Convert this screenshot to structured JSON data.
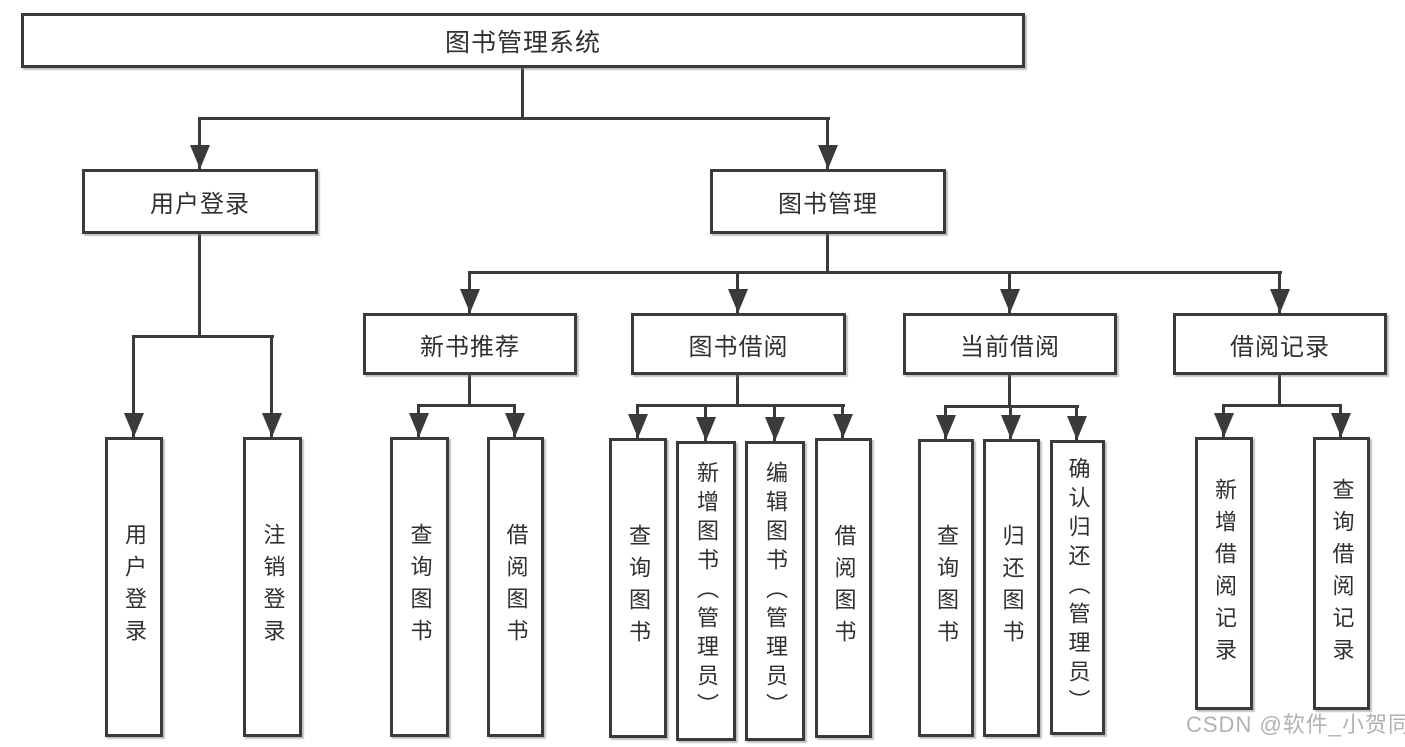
{
  "root": {
    "label": "图书管理系统"
  },
  "user_branch": {
    "label": "用户登录",
    "children": [
      {
        "label": "用户登录"
      },
      {
        "label": "注销登录"
      }
    ]
  },
  "book_branch": {
    "label": "图书管理",
    "sections": [
      {
        "label": "新书推荐",
        "children": [
          {
            "label": "查询图书"
          },
          {
            "label": "借阅图书"
          }
        ]
      },
      {
        "label": "图书借阅",
        "children": [
          {
            "label": "查询图书"
          },
          {
            "label": "新增图书（管理员）"
          },
          {
            "label": "编辑图书（管理员）"
          },
          {
            "label": "借阅图书"
          }
        ]
      },
      {
        "label": "当前借阅",
        "children": [
          {
            "label": "查询图书"
          },
          {
            "label": "归还图书"
          },
          {
            "label": "确认归还（管理员）"
          }
        ]
      },
      {
        "label": "借阅记录",
        "children": [
          {
            "label": "新增借阅记录"
          },
          {
            "label": "查询借阅记录"
          }
        ]
      }
    ]
  },
  "watermark": "CSDN @软件_小贺同学",
  "colors": {
    "line": "#3a3a3a",
    "text": "#303030",
    "box_background": "#ffffff",
    "watermark": "#b2b2b2",
    "background": "#ffffff"
  }
}
